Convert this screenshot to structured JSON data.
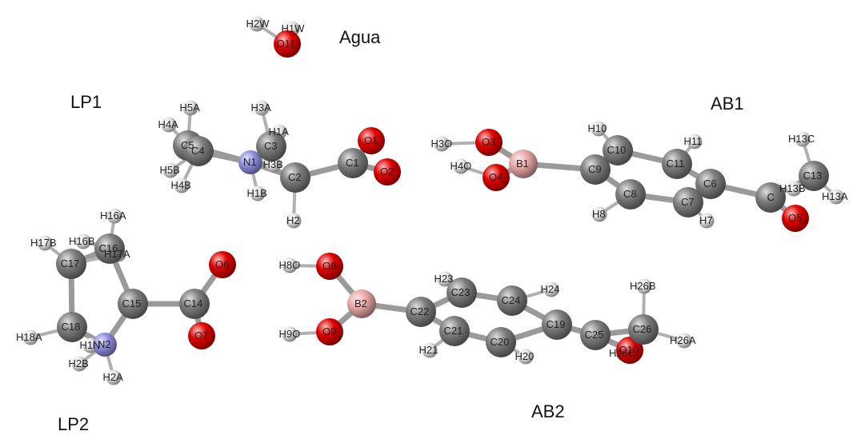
{
  "group_labels": {
    "agua": "Agua",
    "lp1": "LP1",
    "lp2": "LP2",
    "ab1": "AB1",
    "ab2": "AB2"
  },
  "colors": {
    "C": "#7d7d7d",
    "H": "#e6e6e6",
    "O": "#e00000",
    "N": "#8f8fe0",
    "B": "#e9a7a7"
  },
  "atoms": {
    "H2W": {
      "label": "H2W",
      "el": "H"
    },
    "H1W": {
      "label": "H1W",
      "el": "H"
    },
    "O11": {
      "label": "O11",
      "el": "O"
    },
    "H5A": {
      "label": "H5A",
      "el": "H"
    },
    "H4A": {
      "label": "H4A",
      "el": "H"
    },
    "C5": {
      "label": "C5",
      "el": "C"
    },
    "C4": {
      "label": "C4",
      "el": "C"
    },
    "H5B": {
      "label": "H5B",
      "el": "H"
    },
    "H4B": {
      "label": "H4B",
      "el": "H"
    },
    "H3A": {
      "label": "H3A",
      "el": "H"
    },
    "H1A": {
      "label": "H1A",
      "el": "H"
    },
    "C3": {
      "label": "C3",
      "el": "C"
    },
    "N1": {
      "label": "N1",
      "el": "N"
    },
    "H3B": {
      "label": "H3B",
      "el": "H"
    },
    "H1B": {
      "label": "H1B",
      "el": "H"
    },
    "C2": {
      "label": "C2",
      "el": "C"
    },
    "H2": {
      "label": "H2",
      "el": "H"
    },
    "C1": {
      "label": "C1",
      "el": "C"
    },
    "O1": {
      "label": "O1",
      "el": "O"
    },
    "O2": {
      "label": "O2",
      "el": "O"
    },
    "H3O": {
      "label": "H3O",
      "el": "H"
    },
    "O3": {
      "label": "O3",
      "el": "O"
    },
    "H4O": {
      "label": "H4O",
      "el": "H"
    },
    "O4": {
      "label": "O4",
      "el": "O"
    },
    "B1": {
      "label": "B1",
      "el": "B"
    },
    "H10": {
      "label": "H10",
      "el": "H"
    },
    "C10": {
      "label": "C10",
      "el": "C"
    },
    "C9": {
      "label": "C9",
      "el": "C"
    },
    "C8": {
      "label": "C8",
      "el": "C"
    },
    "H8": {
      "label": "H8",
      "el": "H"
    },
    "H11": {
      "label": "H11",
      "el": "H"
    },
    "C11": {
      "label": "C11",
      "el": "C"
    },
    "C7": {
      "label": "C7",
      "el": "C"
    },
    "H7": {
      "label": "H7",
      "el": "H"
    },
    "C6": {
      "label": "C6",
      "el": "C"
    },
    "C12": {
      "label": "C",
      "el": "C"
    },
    "H13B": {
      "label": "H13B",
      "el": "H"
    },
    "C13": {
      "label": "C13",
      "el": "C"
    },
    "H13C": {
      "label": "H13C",
      "el": "H"
    },
    "H13A": {
      "label": "H13A",
      "el": "H"
    },
    "O5": {
      "label": "O5",
      "el": "O"
    },
    "H16A": {
      "label": "H16A",
      "el": "H"
    },
    "H17B": {
      "label": "H17B",
      "el": "H"
    },
    "H16B": {
      "label": "H16B",
      "el": "H"
    },
    "C16": {
      "label": "C16",
      "el": "C"
    },
    "H17A": {
      "label": "H17A",
      "el": "H"
    },
    "C17": {
      "label": "C17",
      "el": "C"
    },
    "C15": {
      "label": "C15",
      "el": "C"
    },
    "C14": {
      "label": "C14",
      "el": "C"
    },
    "O6": {
      "label": "O6",
      "el": "O"
    },
    "O7": {
      "label": "O7",
      "el": "O"
    },
    "H18A": {
      "label": "H18A",
      "el": "H"
    },
    "C18": {
      "label": "C18",
      "el": "C"
    },
    "H1N": {
      "label": "H1N",
      "el": "H"
    },
    "N2": {
      "label": "N2",
      "el": "N"
    },
    "H2B": {
      "label": "H2B",
      "el": "H"
    },
    "H2A": {
      "label": "H2A",
      "el": "H"
    },
    "H8O": {
      "label": "H8O",
      "el": "H"
    },
    "O8": {
      "label": "O8",
      "el": "O"
    },
    "H9O": {
      "label": "H9O",
      "el": "H"
    },
    "O9": {
      "label": "O9",
      "el": "O"
    },
    "B2": {
      "label": "B2",
      "el": "B"
    },
    "H23": {
      "label": "H23",
      "el": "H"
    },
    "C23": {
      "label": "C23",
      "el": "C"
    },
    "C22": {
      "label": "C22",
      "el": "C"
    },
    "C21": {
      "label": "C21",
      "el": "C"
    },
    "H21": {
      "label": "H21",
      "el": "H"
    },
    "H24": {
      "label": "H24",
      "el": "H"
    },
    "C24": {
      "label": "C24",
      "el": "C"
    },
    "C19": {
      "label": "C19",
      "el": "C"
    },
    "C20": {
      "label": "C20",
      "el": "C"
    },
    "H20": {
      "label": "H20",
      "el": "H"
    },
    "C25": {
      "label": "C25",
      "el": "C"
    },
    "C26": {
      "label": "C26",
      "el": "C"
    },
    "H26B": {
      "label": "H26B",
      "el": "H"
    },
    "H26A": {
      "label": "H26A",
      "el": "H"
    },
    "H26C": {
      "label": "H26C",
      "el": "H"
    },
    "O10": {
      "label": "O10",
      "el": "O"
    }
  },
  "bonds": [
    [
      "H2W",
      "O11"
    ],
    [
      "H1W",
      "O11"
    ],
    [
      "C5",
      "H5A"
    ],
    [
      "C5",
      "H4A"
    ],
    [
      "C5",
      "C4"
    ],
    [
      "C4",
      "H5B"
    ],
    [
      "C4",
      "H4B"
    ],
    [
      "C4",
      "N1"
    ],
    [
      "C5",
      "N1"
    ],
    [
      "N1",
      "C3"
    ],
    [
      "C3",
      "H3A"
    ],
    [
      "C3",
      "H1A"
    ],
    [
      "N1",
      "H3B"
    ],
    [
      "N1",
      "H1B"
    ],
    [
      "N1",
      "C2"
    ],
    [
      "C2",
      "H2"
    ],
    [
      "C2",
      "C1"
    ],
    [
      "C1",
      "O1"
    ],
    [
      "C1",
      "O2"
    ],
    [
      "O3",
      "H3O"
    ],
    [
      "O4",
      "H4O"
    ],
    [
      "O3",
      "B1"
    ],
    [
      "O4",
      "B1"
    ],
    [
      "B1",
      "C9"
    ],
    [
      "C9",
      "C10"
    ],
    [
      "C9",
      "C8"
    ],
    [
      "C10",
      "H10"
    ],
    [
      "C10",
      "C11"
    ],
    [
      "C11",
      "H11"
    ],
    [
      "C11",
      "C6"
    ],
    [
      "C8",
      "H8"
    ],
    [
      "C8",
      "C7"
    ],
    [
      "C7",
      "H7"
    ],
    [
      "C7",
      "C6"
    ],
    [
      "C6",
      "C12"
    ],
    [
      "C12",
      "C13"
    ],
    [
      "C12",
      "O5"
    ],
    [
      "C13",
      "H13B"
    ],
    [
      "C13",
      "H13C"
    ],
    [
      "C13",
      "H13A"
    ],
    [
      "C16",
      "H16A"
    ],
    [
      "C16",
      "H16B"
    ],
    [
      "C16",
      "C17"
    ],
    [
      "C17",
      "H17B"
    ],
    [
      "C17",
      "H17A"
    ],
    [
      "C16",
      "C15"
    ],
    [
      "C17",
      "C18"
    ],
    [
      "C18",
      "H18A"
    ],
    [
      "C18",
      "N2"
    ],
    [
      "N2",
      "C15"
    ],
    [
      "N2",
      "H1N"
    ],
    [
      "N2",
      "H2B"
    ],
    [
      "N2",
      "H2A"
    ],
    [
      "C15",
      "C14"
    ],
    [
      "C14",
      "O6"
    ],
    [
      "C14",
      "O7"
    ],
    [
      "O8",
      "H8O"
    ],
    [
      "O9",
      "H9O"
    ],
    [
      "O8",
      "B2"
    ],
    [
      "O9",
      "B2"
    ],
    [
      "B2",
      "C22"
    ],
    [
      "C22",
      "C23"
    ],
    [
      "C22",
      "C21"
    ],
    [
      "C23",
      "H23"
    ],
    [
      "C23",
      "C24"
    ],
    [
      "C24",
      "H24"
    ],
    [
      "C24",
      "C19"
    ],
    [
      "C21",
      "H21"
    ],
    [
      "C21",
      "C20"
    ],
    [
      "C20",
      "H20"
    ],
    [
      "C20",
      "C19"
    ],
    [
      "C19",
      "C25"
    ],
    [
      "C25",
      "C26"
    ],
    [
      "C25",
      "O10"
    ],
    [
      "C26",
      "H26B"
    ],
    [
      "C26",
      "H26A"
    ],
    [
      "C26",
      "H26C"
    ]
  ]
}
